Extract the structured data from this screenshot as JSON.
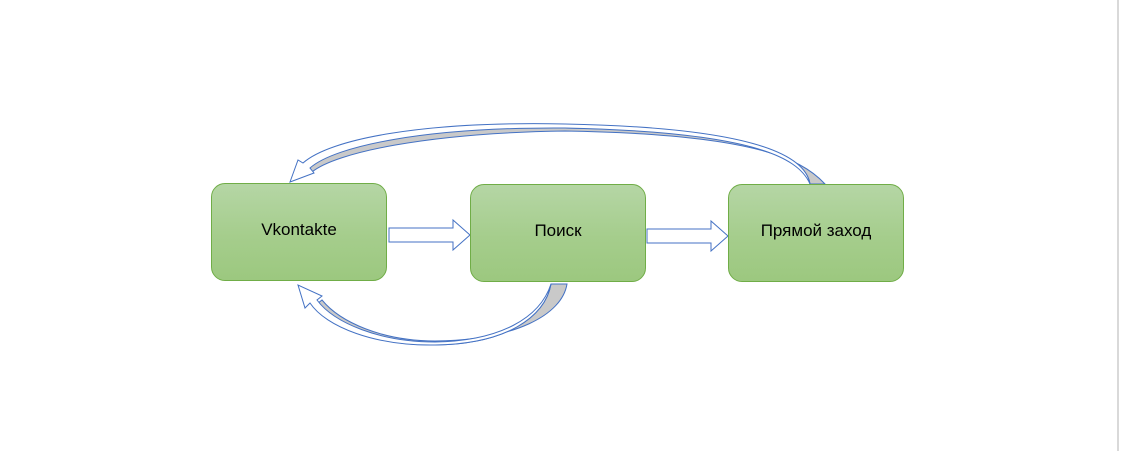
{
  "nodes": [
    {
      "id": "vk",
      "label": "Vkontakte"
    },
    {
      "id": "search",
      "label": "Поиск"
    },
    {
      "id": "direct",
      "label": "Прямой заход"
    }
  ],
  "edges": [
    {
      "from": "Vkontakte",
      "to": "Поиск",
      "style": "block-arrow"
    },
    {
      "from": "Поиск",
      "to": "Прямой заход",
      "style": "block-arrow"
    },
    {
      "from": "Прямой заход",
      "to": "Vkontakte",
      "style": "curved-arrow"
    },
    {
      "from": "Поиск",
      "to": "Vkontakte",
      "style": "curved-arrow"
    }
  ],
  "colors": {
    "node_fill": "#a5cd8c",
    "node_border": "#70ad47",
    "arrow_outline": "#4472c4",
    "arrow_fill": "#ffffff",
    "arrow_shadow": "#bfbfbf"
  }
}
